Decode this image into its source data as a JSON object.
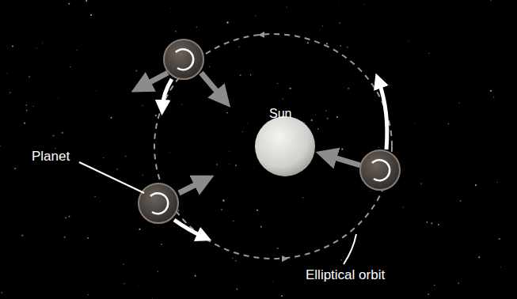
{
  "diagram": {
    "labels": [
      "Sun",
      "Planet",
      "Elliptical orbit"
    ]
  }
}
